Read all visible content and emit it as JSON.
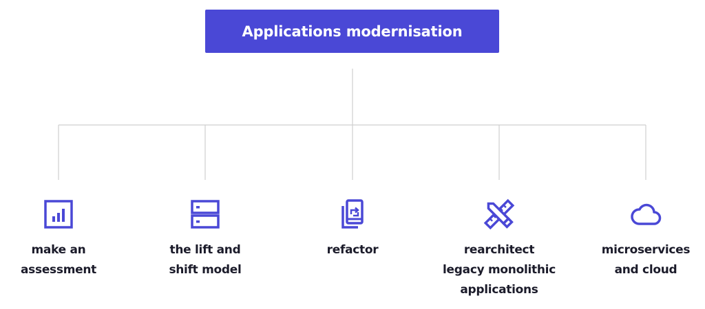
{
  "title": "Applications modernisation",
  "colors": {
    "accent": "#4a48d6",
    "connector": "#cfcfcf",
    "text": "#1b1b2a"
  },
  "nodes": [
    {
      "icon": "bar-chart-icon",
      "lines": [
        "make an",
        "assessment"
      ]
    },
    {
      "icon": "server-stack-icon",
      "lines": [
        "the lift and",
        "shift model"
      ]
    },
    {
      "icon": "mobile-refresh-icon",
      "lines": [
        "refactor"
      ]
    },
    {
      "icon": "ruler-pencil-icon",
      "lines": [
        "rearchitect",
        "legacy monolithic",
        "applications"
      ]
    },
    {
      "icon": "cloud-icon",
      "lines": [
        "microservices",
        "and cloud"
      ]
    }
  ]
}
